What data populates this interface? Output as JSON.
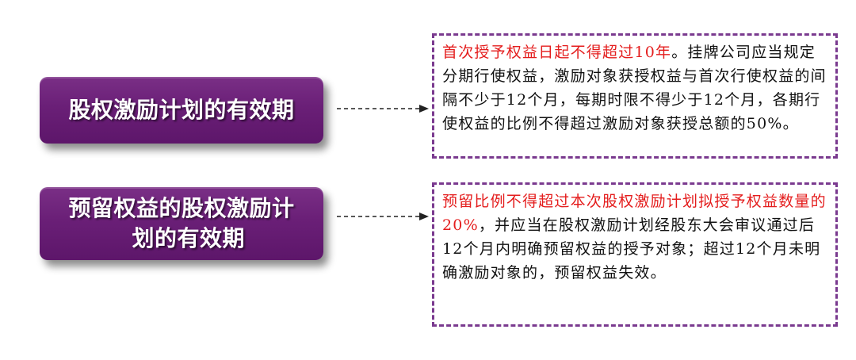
{
  "items": [
    {
      "label_line1": "股权激励计划的有效期",
      "label_line2": "",
      "desc_highlight": "首次授予权益日起不得超过10年",
      "desc_rest": "。挂牌公司应当规定分期行使权益，激励对象获授权益与首次行使权益的间隔不少于12个月，每期时限不得少于12个月，各期行使权益的比例不得超过激励对象获授总额的50%。"
    },
    {
      "label_line1": "预留权益的股权激励计",
      "label_line2": "划的有效期",
      "desc_highlight": "预留比例不得超过本次股权激励计划拟授予权益数量的20%",
      "desc_rest": "，并应当在股权激励计划经股东大会审议通过后12个月内明确预留权益的授予对象；超过12个月未明确激励对象的，预留权益失效。"
    }
  ],
  "colors": {
    "label_bg": "#6a1f77",
    "border": "#7a3a8f",
    "highlight": "#e41d1d"
  }
}
